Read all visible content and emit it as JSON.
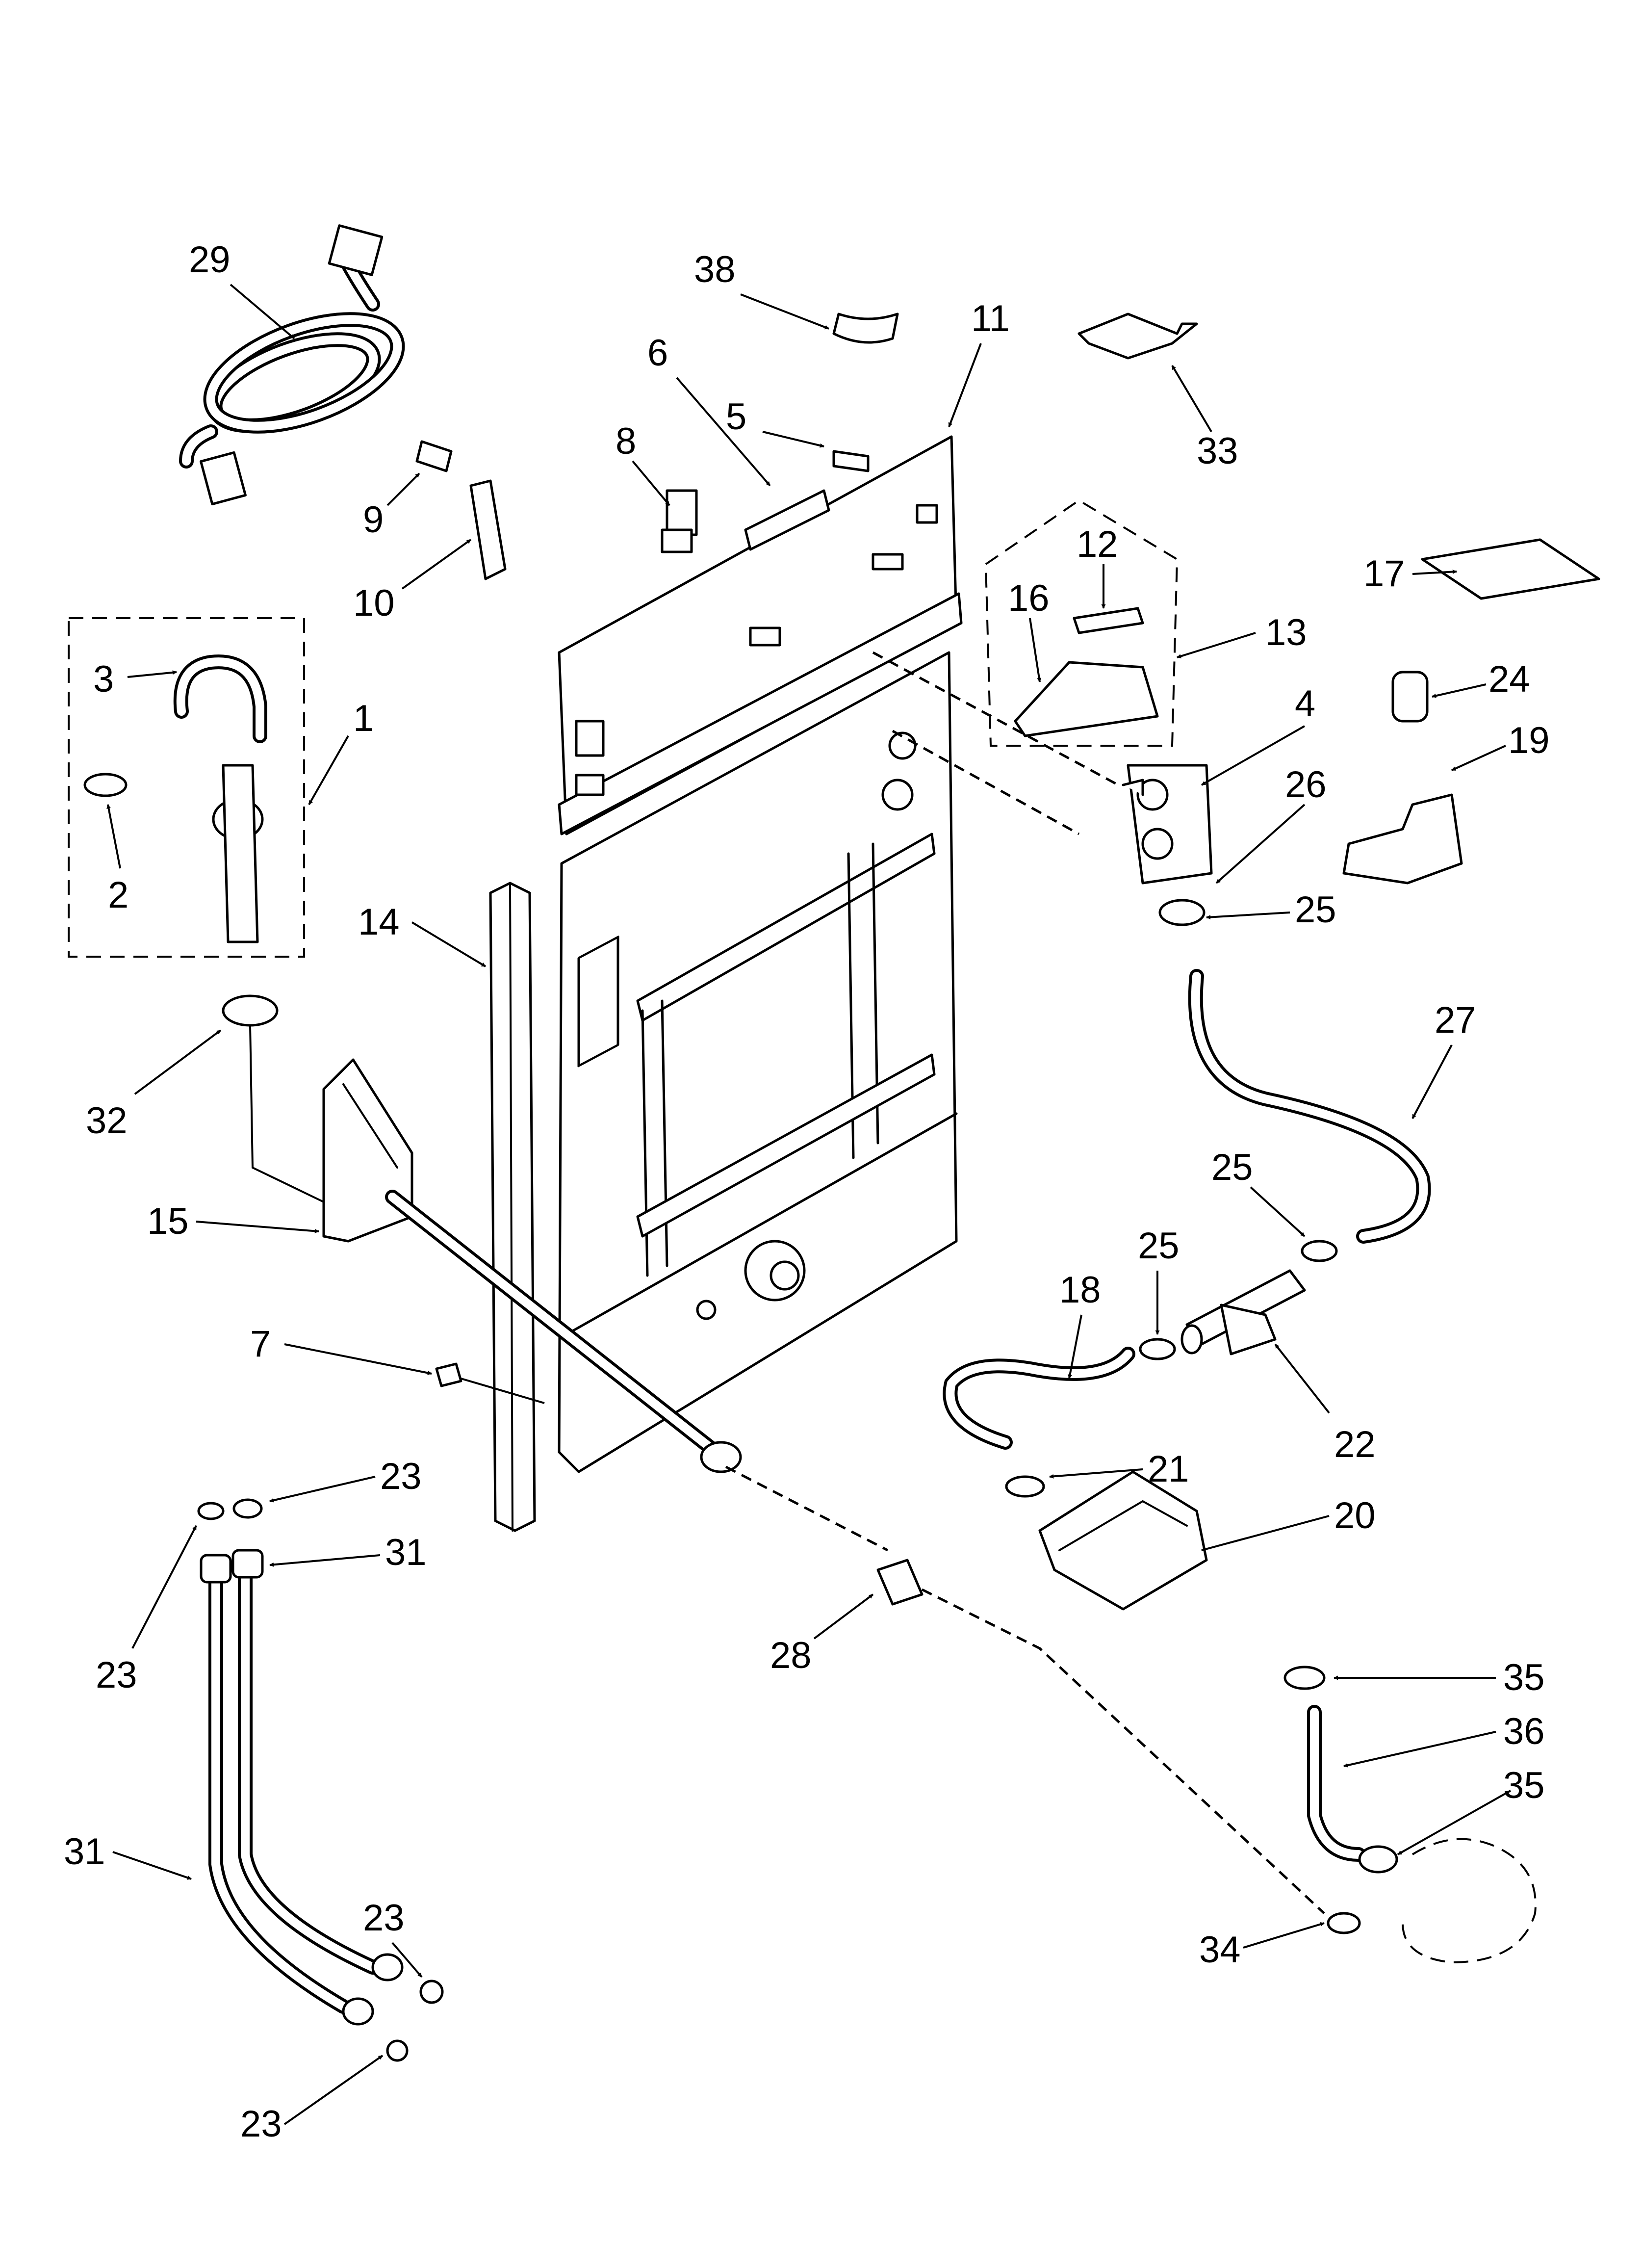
{
  "diagram": {
    "callouts": [
      "29",
      "38",
      "11",
      "6",
      "5",
      "8",
      "9",
      "10",
      "33",
      "12",
      "17",
      "16",
      "13",
      "3",
      "1",
      "2",
      "24",
      "4",
      "19",
      "26",
      "25",
      "14",
      "27",
      "32",
      "15",
      "25",
      "25",
      "18",
      "7",
      "22",
      "21",
      "20",
      "23",
      "31",
      "23",
      "28",
      "35",
      "36",
      "35",
      "31",
      "23",
      "34",
      "23"
    ]
  },
  "colors": {
    "line": "#000000",
    "background": "#ffffff"
  }
}
